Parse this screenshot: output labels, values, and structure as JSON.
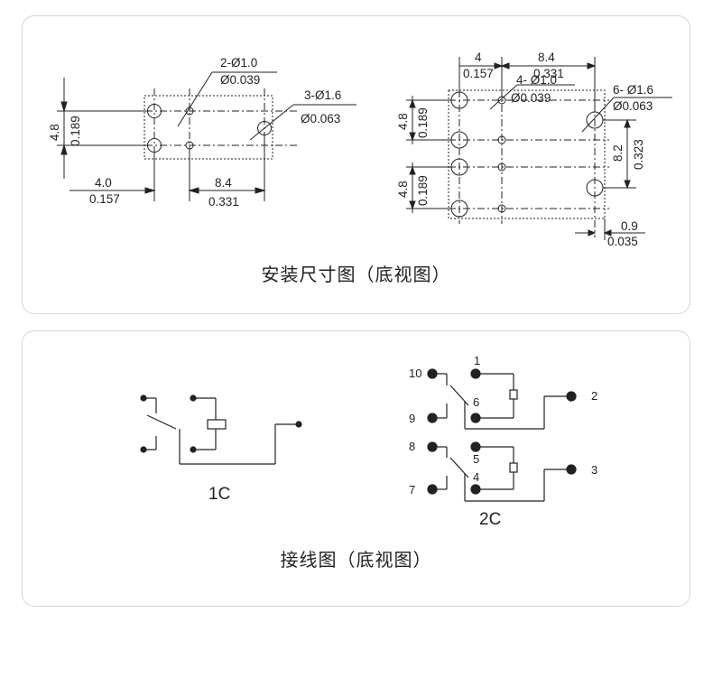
{
  "mounting": {
    "caption": "安装尺寸图（底视图）",
    "left_view": {
      "height_mm": "4.8",
      "height_in": "0.189",
      "left_mm": "4.0",
      "left_in": "0.157",
      "pitch_mm": "8.4",
      "pitch_in": "0.331",
      "small_holes": "2-Ø1.0",
      "small_holes_in": "Ø0.039",
      "large_holes": "3-Ø1.6",
      "large_holes_in": "Ø0.063"
    },
    "right_view": {
      "top_left_mm": "4",
      "top_left_in": "0.157",
      "top_pitch_mm": "8.4",
      "top_pitch_in": "0.331",
      "small_holes": "4- Ø1.0",
      "small_holes_in": "Ø0.039",
      "large_holes": "6- Ø1.6",
      "large_holes_in": "Ø0.063",
      "height1_mm": "4.8",
      "height1_in": "0.189",
      "height2_mm": "4.8",
      "height2_in": "0.189",
      "right_mm": "8.2",
      "right_in": "0.323",
      "offset_mm": "0.9",
      "offset_in": "0.035"
    }
  },
  "wiring": {
    "caption": "接线图（底视图）",
    "left_label": "1C",
    "right_label": "2C",
    "pins": [
      "10",
      "1",
      "6",
      "9",
      "2",
      "8",
      "5",
      "4",
      "7",
      "3"
    ]
  }
}
